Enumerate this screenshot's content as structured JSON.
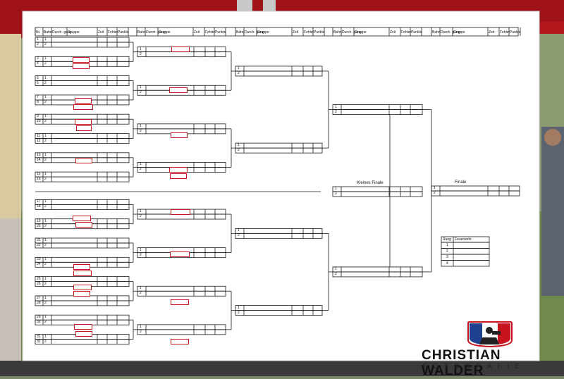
{
  "board": {
    "header_cols": [
      "Nr.",
      "Bahn",
      "Durch-\ngang",
      "Gruppe",
      "Zeit",
      "Fehler",
      "Punkte"
    ],
    "round_header_cols": [
      "Bahn",
      "Durch-\ngang",
      "Gruppe",
      "Zeit",
      "Fehler",
      "Punkte"
    ],
    "lane_one": "1",
    "lane_two": "2",
    "small_final_label": "Kleines Finale",
    "final_label": "Finale",
    "rank_table": {
      "header_rang": "Rang",
      "header_feuerwehr": "Feuerwehr",
      "ranks": [
        "1",
        "2",
        "3",
        "4"
      ]
    },
    "entry_numbers": [
      "1",
      "2",
      "3",
      "4",
      "5",
      "6",
      "7",
      "8",
      "9",
      "10",
      "11",
      "12",
      "13",
      "14",
      "15",
      "16",
      "17",
      "18",
      "19",
      "20",
      "21",
      "22",
      "23",
      "24",
      "25",
      "26",
      "27",
      "28",
      "29",
      "30",
      "31",
      "32"
    ]
  },
  "watermark": {
    "name": "CHRISTIAN WALDER",
    "sub": "FOTOGRAFIE"
  },
  "colors": {
    "board": "#ffffff",
    "line": "#1a1a1a",
    "tag_border": "#c8141e",
    "tent": "#b3161c",
    "logo_blue": "#1f3f8f",
    "logo_red": "#c8141e"
  }
}
